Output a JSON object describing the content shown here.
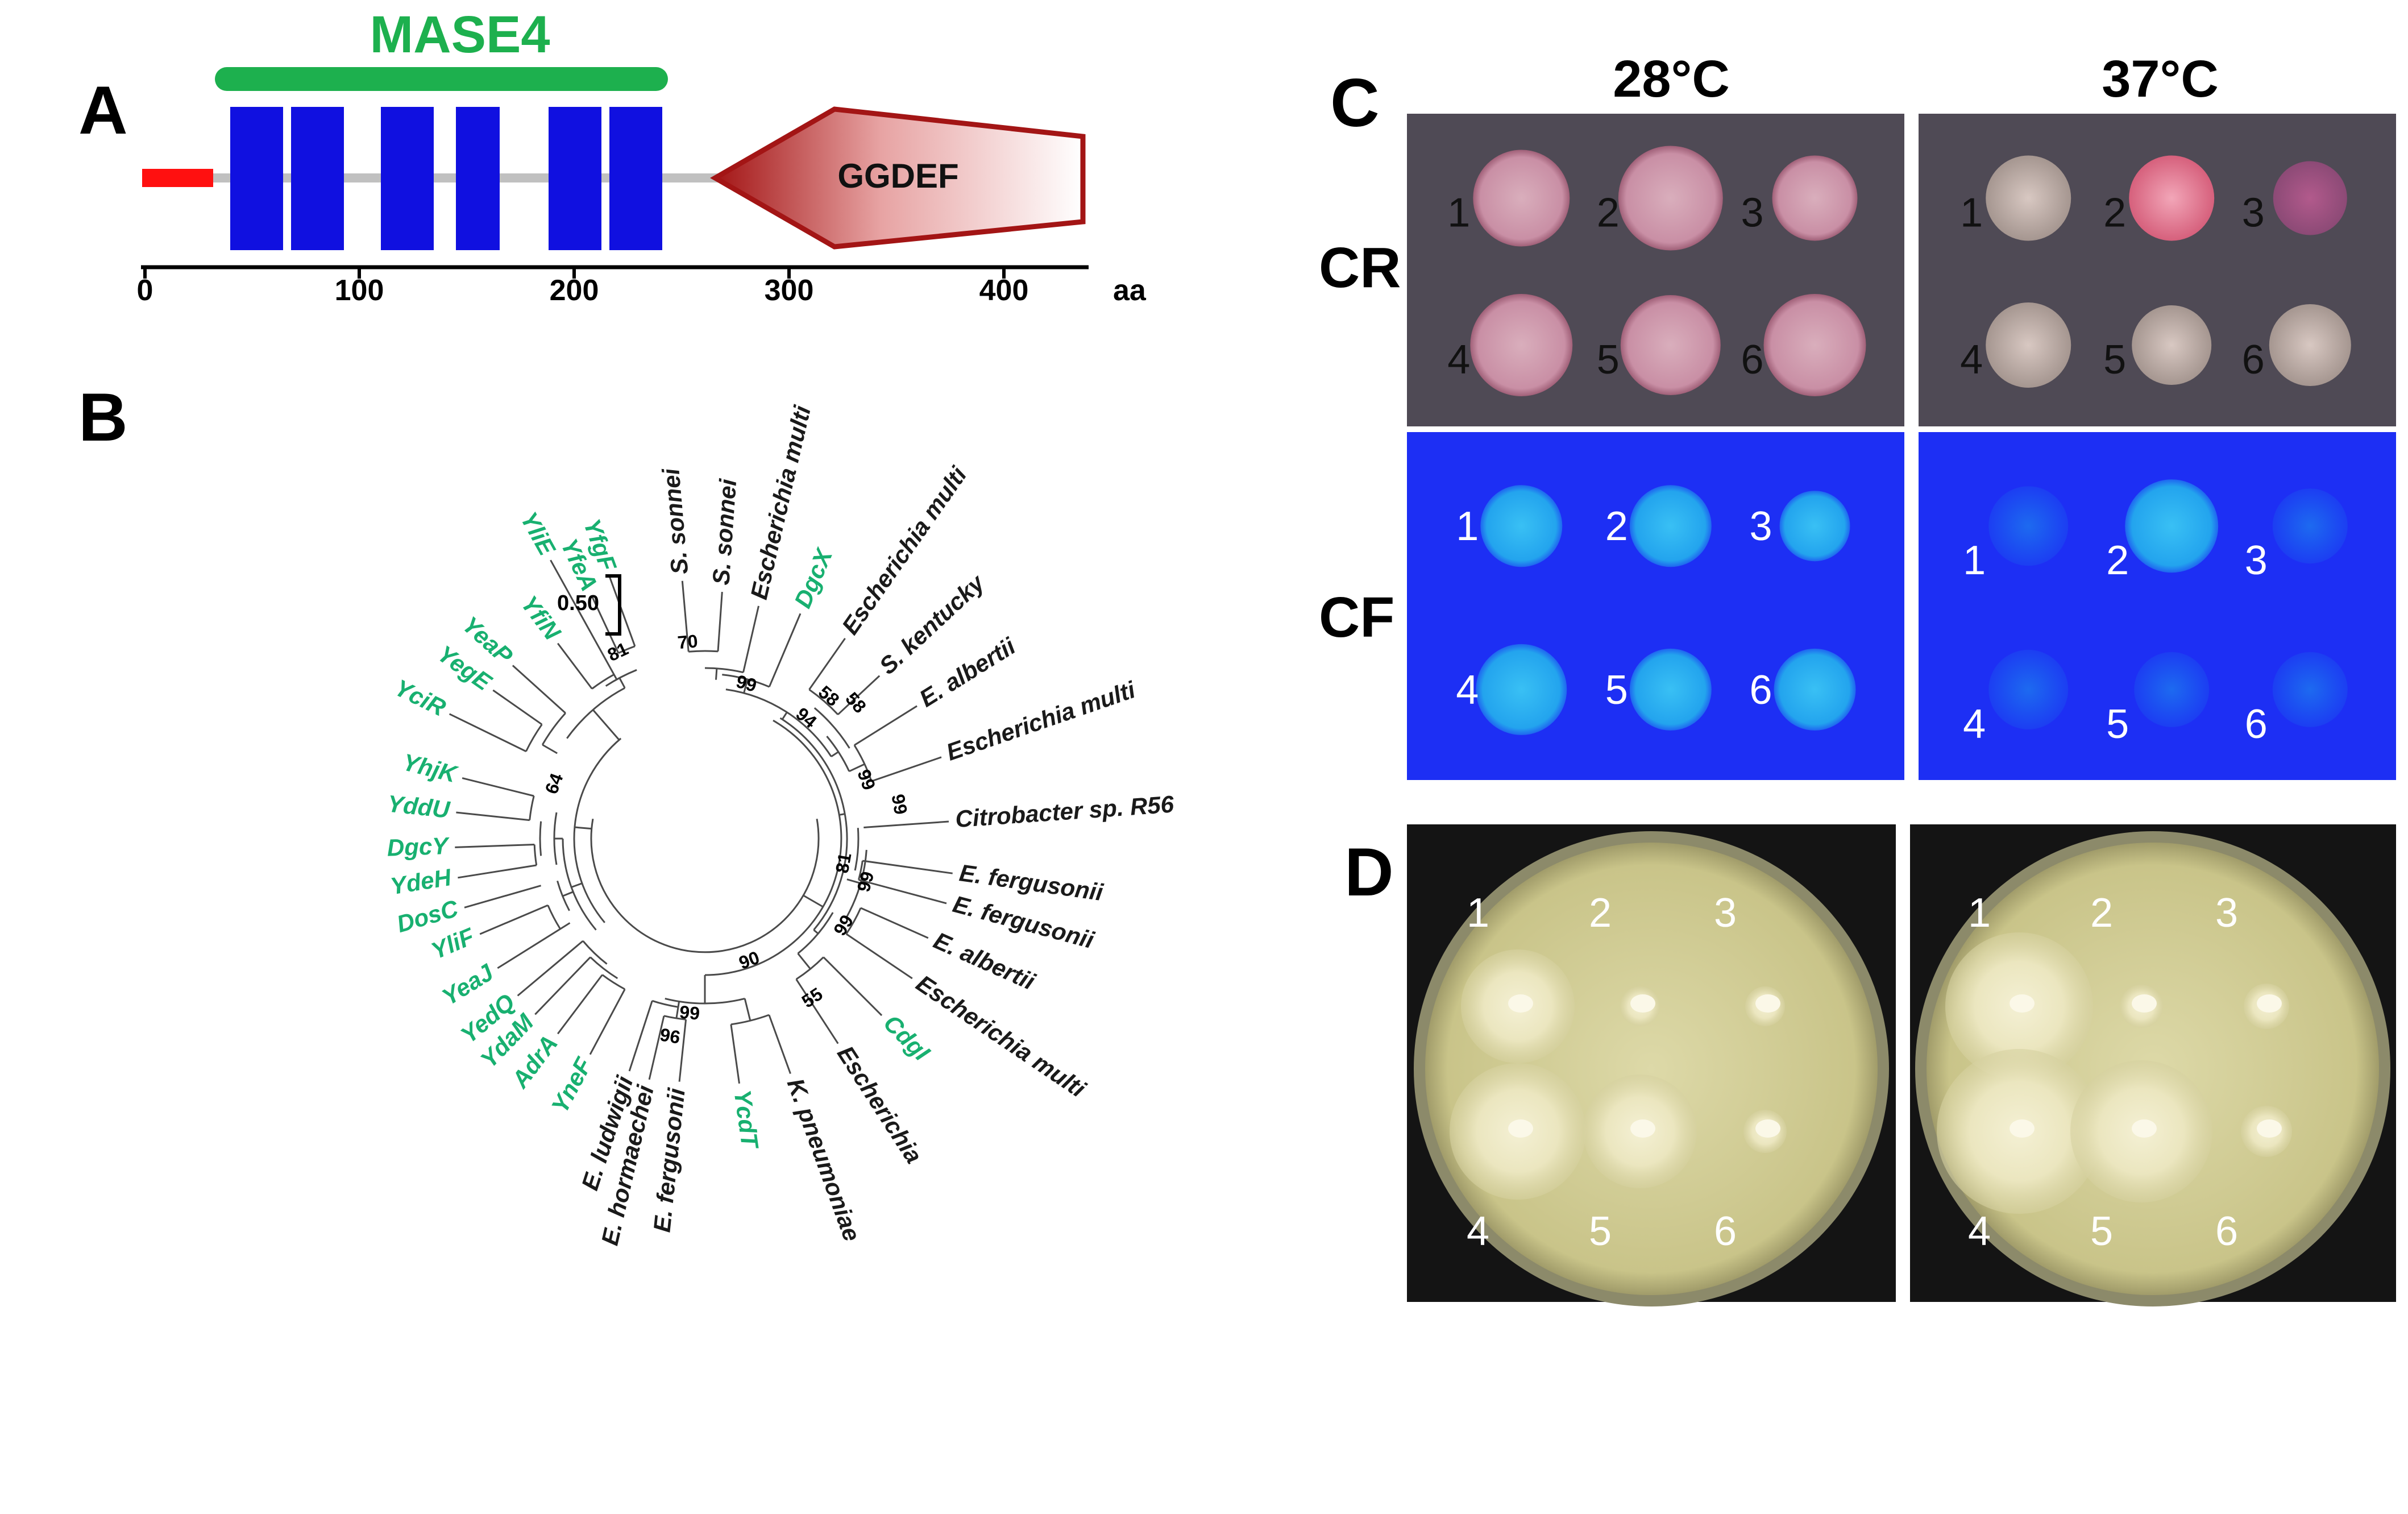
{
  "panel_labels": {
    "a": "A",
    "b": "B",
    "c": "C",
    "d": "D"
  },
  "panel_a": {
    "domain_label": "MASE4",
    "ggdef_label": "GGDEF",
    "axis_ticks": [
      "0",
      "100",
      "200",
      "300",
      "400"
    ],
    "axis_unit": "aa",
    "colors": {
      "mase4": "#1db04e",
      "tm": "#1010e0",
      "signal": "#ff1010",
      "ggdef": "#a31515",
      "backbone": "#c0c0c0"
    }
  },
  "panel_b": {
    "scale_label": "0.50",
    "leaves": [
      {
        "label": "S. sonnei",
        "color": "black"
      },
      {
        "label": "S. sonnei",
        "color": "black"
      },
      {
        "label": "Escherichia multi",
        "color": "black"
      },
      {
        "label": "DgcX",
        "color": "green"
      },
      {
        "label": "Escherichia multi",
        "color": "black"
      },
      {
        "label": "S. kentucky",
        "color": "black"
      },
      {
        "label": "E. albertii",
        "color": "black"
      },
      {
        "label": "Escherichia multi",
        "color": "black"
      },
      {
        "label": "Citrobacter sp. R56",
        "color": "black"
      },
      {
        "label": "E. fergusonii",
        "color": "black"
      },
      {
        "label": "E. fergusonii",
        "color": "black"
      },
      {
        "label": "E. albertii",
        "color": "black"
      },
      {
        "label": "Escherichia multi",
        "color": "black"
      },
      {
        "label": "CdgI",
        "color": "green"
      },
      {
        "label": "Escherichia",
        "color": "black"
      },
      {
        "label": "K. pneumoniae",
        "color": "black"
      },
      {
        "label": "YcdT",
        "color": "green"
      },
      {
        "label": "E. fergusonii",
        "color": "black"
      },
      {
        "label": "E. hormaechei",
        "color": "black"
      },
      {
        "label": "E. ludwigii",
        "color": "black"
      },
      {
        "label": "YneF",
        "color": "green"
      },
      {
        "label": "AdrA",
        "color": "green"
      },
      {
        "label": "YdaM",
        "color": "green"
      },
      {
        "label": "YedQ",
        "color": "green"
      },
      {
        "label": "YeaJ",
        "color": "green"
      },
      {
        "label": "YliF",
        "color": "green"
      },
      {
        "label": "DosC",
        "color": "green"
      },
      {
        "label": "YdeH",
        "color": "green"
      },
      {
        "label": "DgcY",
        "color": "green"
      },
      {
        "label": "YddU",
        "color": "green"
      },
      {
        "label": "YhjK",
        "color": "green"
      },
      {
        "label": "YciR",
        "color": "green"
      },
      {
        "label": "YegE",
        "color": "green"
      },
      {
        "label": "YeaP",
        "color": "green"
      },
      {
        "label": "YfiN",
        "color": "green"
      },
      {
        "label": "YliE",
        "color": "green"
      },
      {
        "label": "YfeA",
        "color": "green"
      },
      {
        "label": "YfgF",
        "color": "green"
      }
    ],
    "bootstraps": [
      "70",
      "99",
      "58",
      "58",
      "94",
      "99",
      "99",
      "81",
      "99",
      "99",
      "55",
      "90",
      "99",
      "96",
      "64",
      "81"
    ]
  },
  "panel_c": {
    "temps": [
      "28°C",
      "37°C"
    ],
    "rows": [
      "CR",
      "CF"
    ],
    "spot_numbers": [
      "1",
      "2",
      "3",
      "4",
      "5",
      "6"
    ]
  },
  "panel_d": {
    "spot_numbers": [
      "1",
      "2",
      "3",
      "4",
      "5",
      "6"
    ]
  }
}
